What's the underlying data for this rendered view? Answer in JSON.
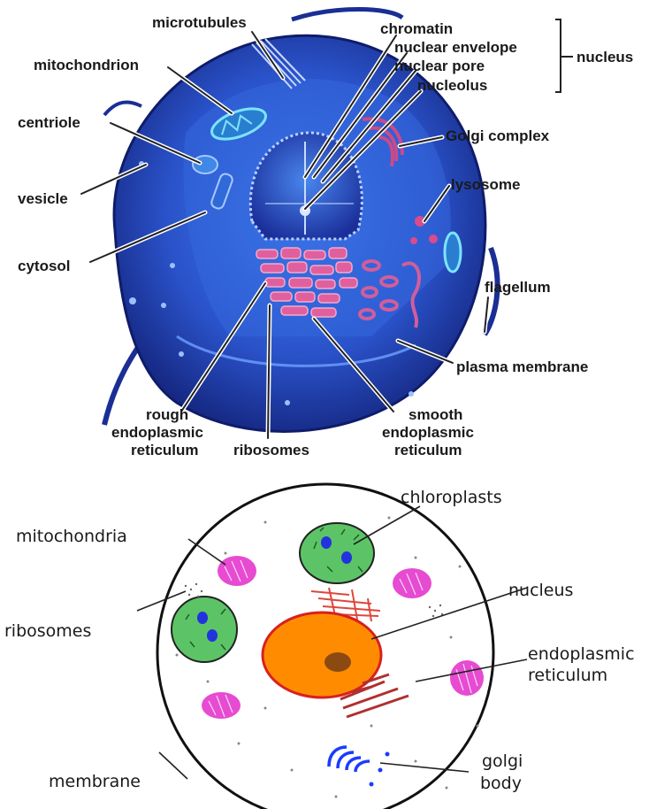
{
  "animal_cell": {
    "labels": {
      "microtubules": "microtubules",
      "mitochondrion": "mitochondrion",
      "centriole": "centriole",
      "vesicle": "vesicle",
      "cytosol": "cytosol",
      "chromatin": "chromatin",
      "nuclear_envelope": "nuclear envelope",
      "nuclear_pore": "nuclear pore",
      "nucleolus": "nucleolus",
      "nucleus": "nucleus",
      "golgi_complex": "Golgi complex",
      "lysosome": "lysosome",
      "flagellum": "flagellum",
      "plasma_membrane": "plasma membrane",
      "rough_er_1": "rough",
      "rough_er_2": "endoplasmic",
      "rough_er_3": "reticulum",
      "ribosomes": "ribosomes",
      "smooth_er_1": "smooth",
      "smooth_er_2": "endoplasmic",
      "smooth_er_3": "reticulum"
    }
  },
  "plant_cell": {
    "labels": {
      "chloroplasts": "chloroplasts",
      "mitochondria": "mitochondria",
      "ribosomes": "ribosomes",
      "nucleus": "nucleus",
      "endoplasmic_1": "endoplasmic",
      "endoplasmic_2": "reticulum",
      "membrane": "membrane",
      "golgi_1": "golgi",
      "golgi_2": "body"
    }
  },
  "colors": {
    "cell_blue": "#1f3fb8",
    "cytoplasm_blue": "#2f6ad8",
    "er_pink": "#e0609e",
    "chloroplast_green": "#5cc466",
    "mito_magenta": "#e64bd2",
    "nucleus_orange": "#ff8c00",
    "nucleus_border": "#d92020",
    "er_red": "#c0392b",
    "golgi_blue": "#1a3cff"
  }
}
